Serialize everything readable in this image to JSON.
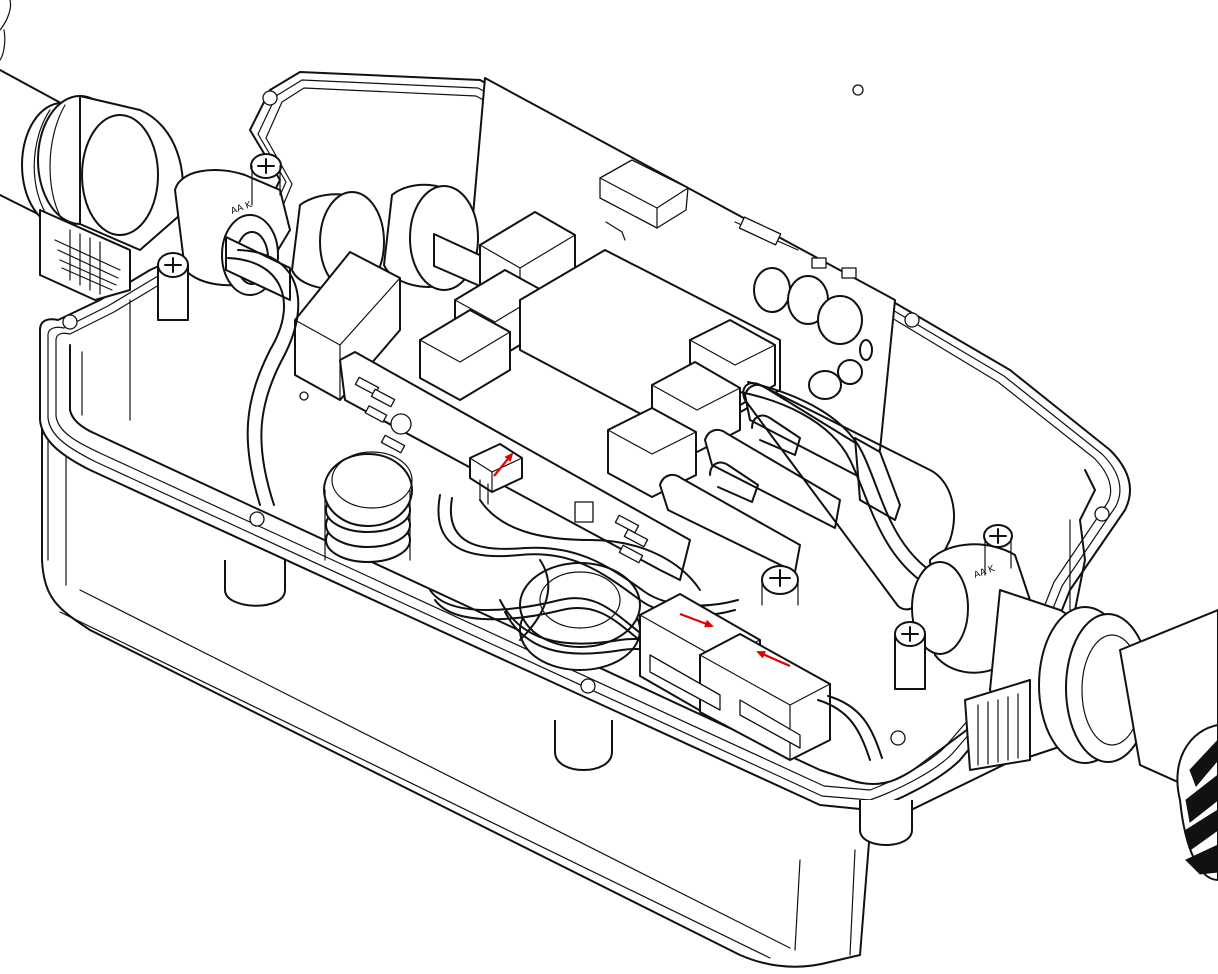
{
  "figure": {
    "subject": "junction-box-open-with-connector",
    "labels": {
      "left_gland_marking": "AA K",
      "right_gland_marking": "AA K"
    },
    "colors": {
      "line": "#111111",
      "background": "#ffffff",
      "arrow": "#e00000"
    },
    "arrows": [
      {
        "name": "arrow-connector-left",
        "direction": "right"
      },
      {
        "name": "arrow-connector-right",
        "direction": "left"
      },
      {
        "name": "arrow-small-plug",
        "direction": "up"
      }
    ]
  }
}
